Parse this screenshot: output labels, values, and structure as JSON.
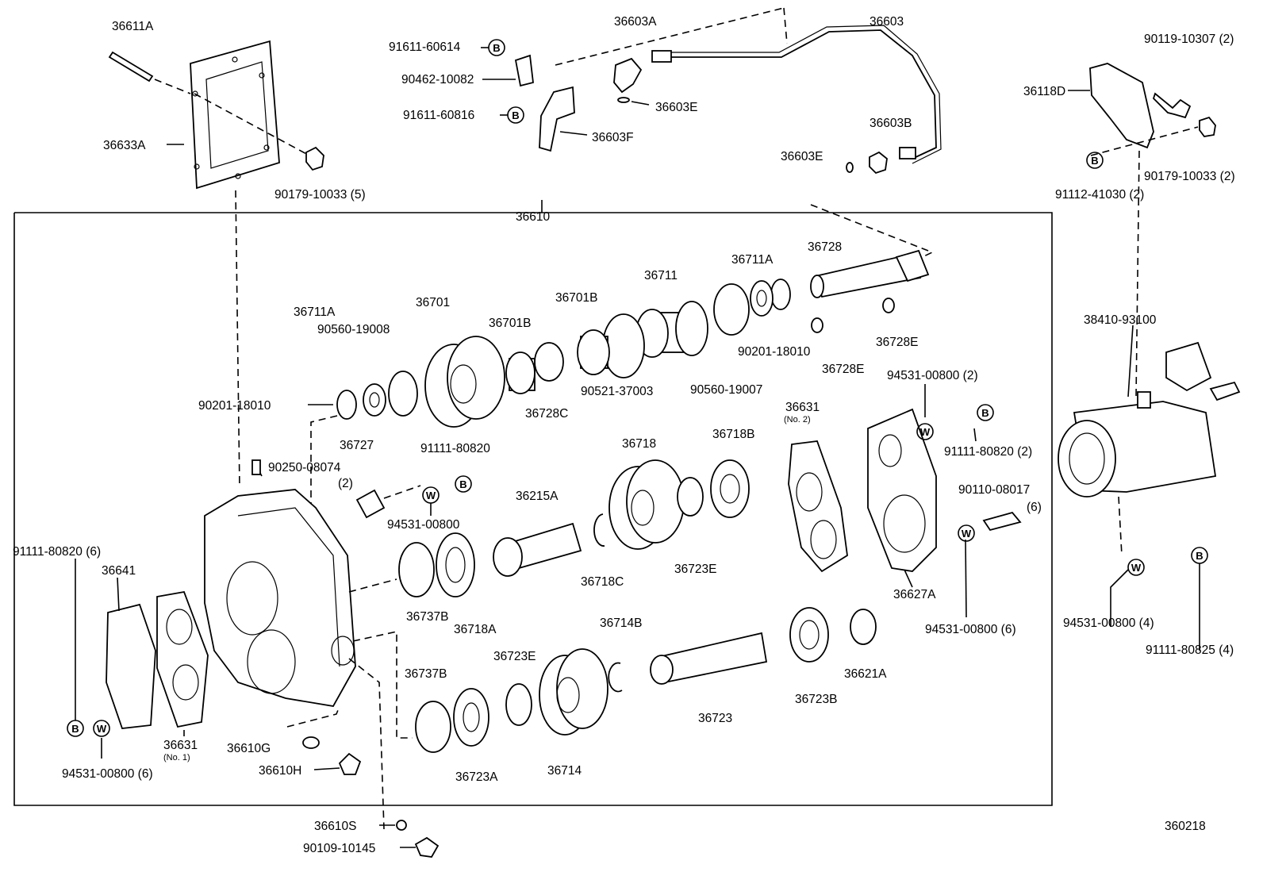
{
  "diagram": {
    "ref_code": "360218",
    "assembly_label": "36610",
    "labels": [
      "36611A",
      "36633A",
      "90179-10033 (5)",
      "91611-60614",
      "90462-10082",
      "91611-60816",
      "36603A",
      "36603",
      "36603E",
      "36603F",
      "36603B",
      "36603E",
      "90119-10307 (2)",
      "36118D",
      "90179-10033 (2)",
      "91112-41030 (2)",
      "38410-93100",
      "36728",
      "36711A",
      "36711",
      "36701B",
      "36701",
      "36711A",
      "90560-19008",
      "36701B",
      "90201-18010",
      "36728C",
      "90521-37003",
      "90560-19007",
      "90201-18010",
      "36728E",
      "36728E",
      "94531-00800 (2)",
      "91111-80820 (2)",
      "36631",
      "36727",
      "91111-80820",
      "36718",
      "36718B",
      "90250-08074",
      "(2)",
      "94531-00800",
      "36215A",
      "90110-08017",
      "(6)",
      "91111-80820 (6)",
      "36641",
      "36718C",
      "36723E",
      "36627A",
      "36737B",
      "36718A",
      "94531-00800 (6)",
      "94531-00800 (4)",
      "91111-80825 (4)",
      "36714B",
      "36723E",
      "36737B",
      "36621A",
      "36723B",
      "36723",
      "36631",
      "36610G",
      "36714",
      "36723A",
      "94531-00800 (6)",
      "36610H",
      "36610S",
      "90109-10145"
    ],
    "sub_labels": [
      "(No. 2)",
      "(No. 1)"
    ],
    "badges": {
      "b": "B",
      "w": "W"
    }
  }
}
